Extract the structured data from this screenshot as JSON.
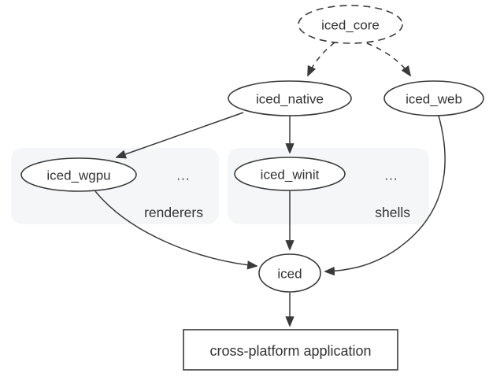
{
  "diagram": {
    "nodes": {
      "iced_core": {
        "label": "iced_core",
        "shape": "dashed-ellipse"
      },
      "iced_native": {
        "label": "iced_native",
        "shape": "ellipse"
      },
      "iced_web": {
        "label": "iced_web",
        "shape": "ellipse"
      },
      "iced_wgpu": {
        "label": "iced_wgpu",
        "shape": "ellipse"
      },
      "iced_winit": {
        "label": "iced_winit",
        "shape": "ellipse"
      },
      "iced": {
        "label": "iced",
        "shape": "ellipse"
      },
      "app": {
        "label": "cross-platform application",
        "shape": "rect"
      }
    },
    "groups": {
      "renderers": {
        "label": "renderers",
        "ellipsis": "..."
      },
      "shells": {
        "label": "shells",
        "ellipsis": "..."
      }
    },
    "edges": [
      {
        "from": "iced_core",
        "to": "iced_native",
        "style": "dashed"
      },
      {
        "from": "iced_core",
        "to": "iced_web",
        "style": "dashed"
      },
      {
        "from": "iced_native",
        "to": "iced_wgpu",
        "style": "solid"
      },
      {
        "from": "iced_native",
        "to": "iced_winit",
        "style": "solid"
      },
      {
        "from": "iced_wgpu",
        "to": "iced",
        "style": "solid"
      },
      {
        "from": "iced_winit",
        "to": "iced",
        "style": "solid"
      },
      {
        "from": "iced_web",
        "to": "iced",
        "style": "solid"
      },
      {
        "from": "iced",
        "to": "app",
        "style": "solid"
      }
    ],
    "colors": {
      "stroke": "#3a3a3a",
      "text": "#333333",
      "group_fill": "#f4f6f8",
      "group_label": "#1a73e8",
      "background": "#ffffff"
    }
  }
}
